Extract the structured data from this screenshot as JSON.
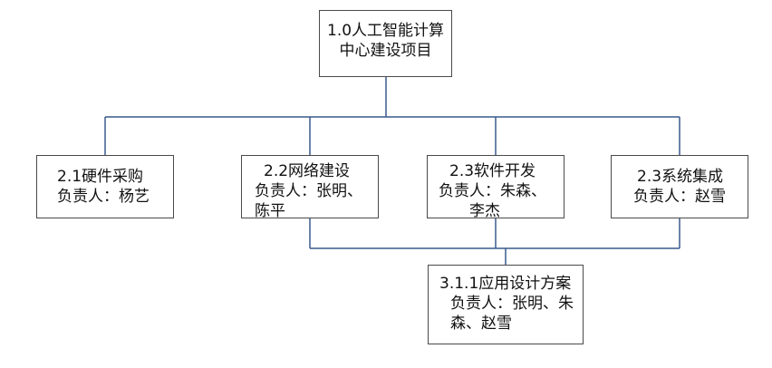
{
  "nodes": {
    "root": {
      "lines": [
        "1.0人工智能计算",
        "中心建设项目"
      ]
    },
    "hardware": {
      "lines": [
        "2.1硬件采购",
        "负责人：杨艺"
      ]
    },
    "network": {
      "lines": [
        "2.2网络建设",
        "负责人：张明、",
        "陈平"
      ]
    },
    "software": {
      "lines": [
        "2.3软件开发",
        "负责人：朱森、",
        "李杰"
      ]
    },
    "integration": {
      "lines": [
        "2.3系统集成",
        "负责人：赵雪"
      ]
    },
    "app_design": {
      "lines": [
        "3.1.1应用设计方案",
        "负责人：张明、朱",
        "森、赵雪"
      ]
    }
  },
  "colors": {
    "connector": "#3a5a8c",
    "border": "#4a4a4a",
    "text": "#111111"
  }
}
